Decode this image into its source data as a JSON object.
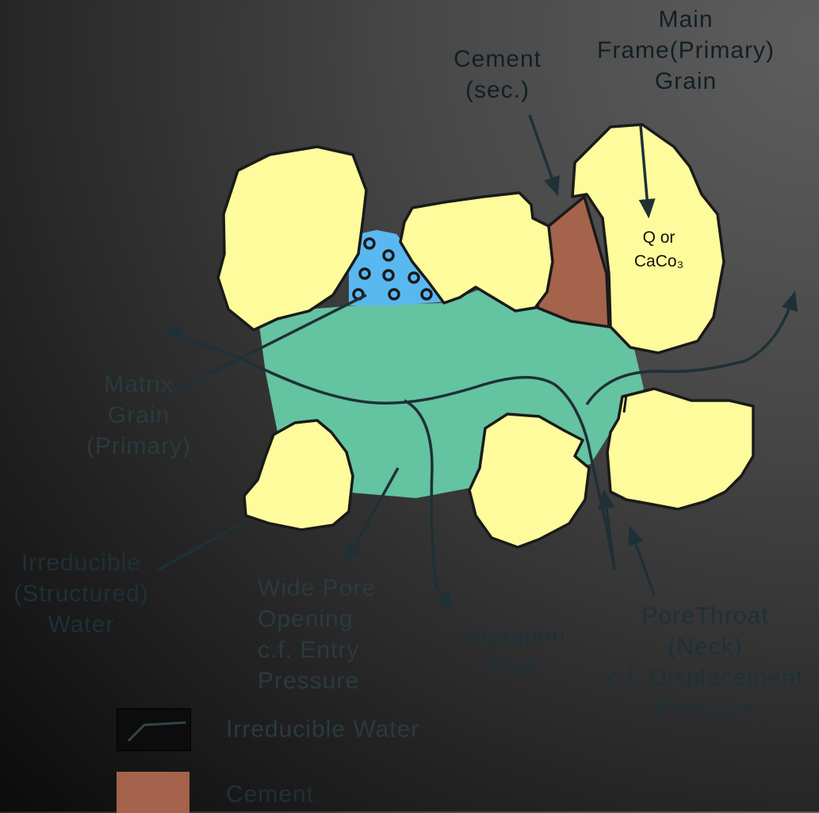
{
  "labels": {
    "main_frame": [
      "Main",
      "Frame(Primary)",
      "Grain"
    ],
    "cement_sec": [
      "Cement",
      "(sec.)"
    ],
    "matrix_grain": [
      "Matrix",
      "Grain",
      "(Primary)"
    ],
    "irreducible": [
      "Irreducible",
      "(Structured)",
      "Water"
    ],
    "wide_pore": [
      "Wide Pore",
      "Opening",
      "c.f. Entry",
      "Pressure"
    ],
    "migration": [
      "Migration",
      "Path"
    ],
    "pore_throat": [
      "PoreThroat",
      "(Neck)",
      "c.f. Displacement",
      "Pressure"
    ],
    "grain_mineral": [
      "Q or",
      "CaCo₃"
    ]
  },
  "legend": [
    {
      "label": "Irreducible Water",
      "swatch": "line"
    },
    {
      "label": "Cement",
      "swatch": "fill",
      "color": "#a4634a"
    }
  ],
  "colors": {
    "grain": "#fdfb9b",
    "pore_water": "#64c3a1",
    "matrix": "#5ab8f0",
    "cement": "#a4634a",
    "stroke": "#1a1a1a",
    "arrow": "#1f3037"
  }
}
